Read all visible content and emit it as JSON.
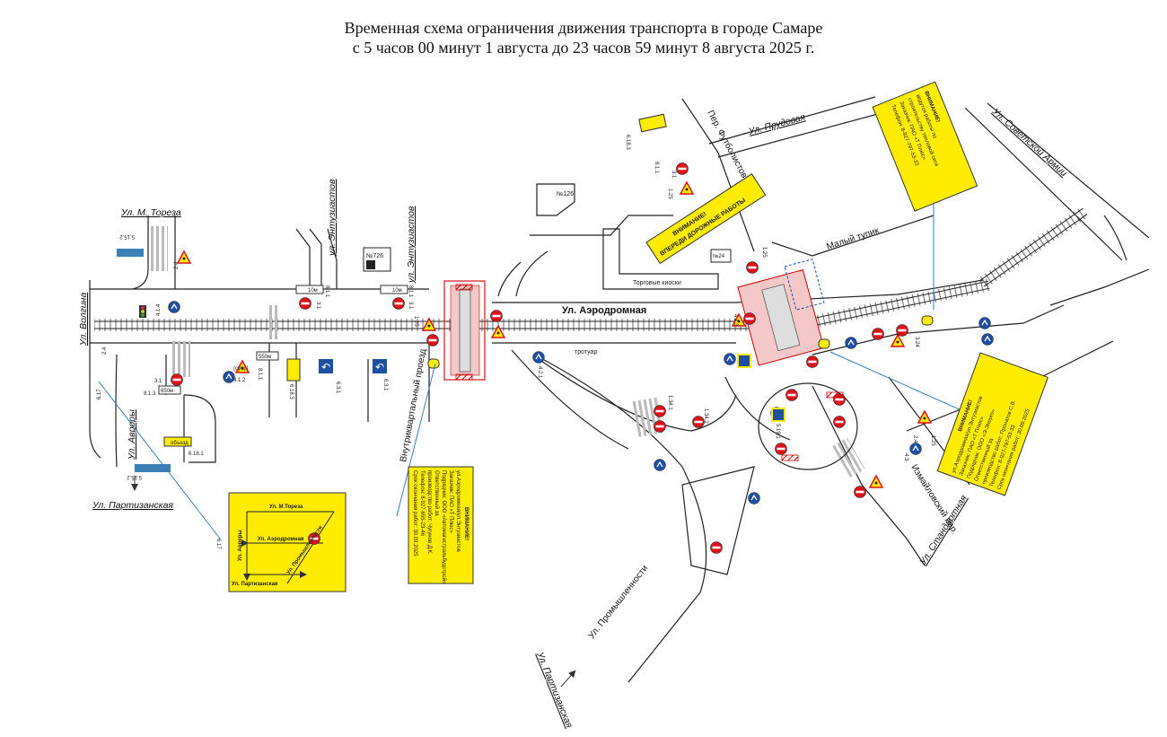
{
  "title": {
    "line1": "Временная схема ограничения движения транспорта в городе Самаре",
    "line2": "с 5 часов 00 минут 1 августа до 23 часов 59 минут 8 августа 2025 г."
  },
  "streets": {
    "m_toreza": "Ул. М. Тореза",
    "volgina": "Ул. Волгина",
    "avrory": "Ул. Авроры",
    "partizanskaya_left": "Ул. Партизанская",
    "entuziastov_1": "ул. Энтузиастов",
    "entuziastov_2": "ул. Энтузиастов",
    "vnutrikvartalny": "Внутриквартальный проезд",
    "aerodromnaya": "Ул. Аэродромная",
    "futbolistov": "Пер. Футболистов",
    "prudovaya": "Ул. Прудовая",
    "sovetskoy_armii": "Ул. Советской Армии",
    "maly_tupik": "Малый тупик",
    "izmaylovsky": "Измайловский пер.",
    "standartnaya": "Ул. Стандартная",
    "promyshlennosti": "Ул. Промышленности",
    "partizanskaya_bottom": "Ул. Партизанская",
    "trotuar": "тротуар",
    "torgovye_kioski": "Торговые киоски"
  },
  "buildings": {
    "b126": "№126",
    "b726": "№726",
    "b24": "№24"
  },
  "banner": {
    "line1": "ВНИМАНИЕ!",
    "line2": "ВПЕРЕДИ ДОРОЖНЫЕ РАБОТЫ"
  },
  "notice_center": {
    "heading": "ВНИМАНИЕ!",
    "lines": [
      "ул.Аэродромная/ул.Энтузиастов",
      "Заказчик: ПАО «Т Плюс»",
      "Подрядчик: ООО «Автомагистральбудстрой»",
      "Ответственный за",
      "производство работ: Чугунов Д.К.",
      "Телефон: 8-927-655-23-46",
      "Срок окончания работ: 30.09.2025"
    ]
  },
  "notice_right": {
    "heading": "ВНИМАНИЕ!",
    "lines": [
      "ул.Аэродромная/ул.Энтузиастов",
      "Заказчик: ПАО «Т Плюс»",
      "Подрядчик: ООО «Э-Энерго»",
      "Ответственный за",
      "производство работ: Пронатов С.В.",
      "Телефон: 8-927-797-53-33",
      "Срок окончания работ: 30.09.2025"
    ]
  },
  "notice_top_right": {
    "lines": [
      "ВНИМАНИЕ!",
      "ведутся работы по",
      "строительству тепловой сети",
      "Заказчик: ПАО «Т Плюс»",
      "Телефон: 8-927-797-53-33"
    ]
  },
  "detour_scheme": {
    "street_top": "Ул. М.Тореза",
    "street_mid": "Ул. Аэродромная",
    "street_bottom": "Ул. Партизанская",
    "street_left": "Ул. Авроры",
    "street_right": "Ул. Промышленности"
  },
  "sign_codes": {
    "s_6_18_3_top": "6.18.3",
    "s_3_1_top": "3.1",
    "s_8_1_1_top": "8.1.1",
    "s_1_25_top": "1.25",
    "s_5_15_2": "5.15.2",
    "s_2_4_a": "2.4",
    "s_4_1_4": "4.1.4",
    "s_2_4_b": "2.4",
    "s_6_17_a": "6.17",
    "s_3_1_left": "3.1",
    "s_8_1_3": "8.1.3",
    "s_650m": "650м",
    "s_objezd": "объезд",
    "s_8_18_1": "6.18.1",
    "s_5_15_2_b": "5.15.2",
    "s_6_17_b": "6.17",
    "s_8_1_a": "8.1.1",
    "s_3_1_a": "3.1",
    "s_8_1_b": "8.1.1",
    "s_3_1_b": "3.1",
    "s_10m_a": "10м",
    "s_10m_b": "10м",
    "s_550m": "550м",
    "s_8_1_1_c": "8.1.1",
    "s_6_18_3_c": "6.18.3",
    "s_6_3_1_a": "6.3.1",
    "s_6_3_1_b": "6.3.1",
    "s_4_1_2": "4.1.2",
    "s_sush": "(сущ.)",
    "s_1_25_c": "1.25",
    "s_4_2_1": "4.2.1",
    "s_1_34_1": "1.34.1",
    "s_1_25_d": "1.25",
    "s_4_2_3": "4.2.3",
    "s_5_19_1": "5.19.1",
    "s_1_34_2": "1.34.2",
    "s_2_4_c": "2.4",
    "s_4_3": "4.3",
    "s_1_25_e": "1.25",
    "s_3_24": "3.24"
  },
  "colors": {
    "sign_yellow": "#ffec00",
    "sign_red": "#d9141b",
    "sign_blue": "#1f4fa0",
    "leader_line": "#3a7fb5"
  },
  "icons": {
    "no_entry": "no-entry-icon",
    "road_works": "road-works-triangle-icon",
    "direction_blue": "direction-circle-icon",
    "pedestrian": "pedestrian-crossing-icon",
    "u_turn": "u-turn-icon",
    "traffic_light": "traffic-light-icon",
    "fuel": "fuel-station-icon"
  }
}
